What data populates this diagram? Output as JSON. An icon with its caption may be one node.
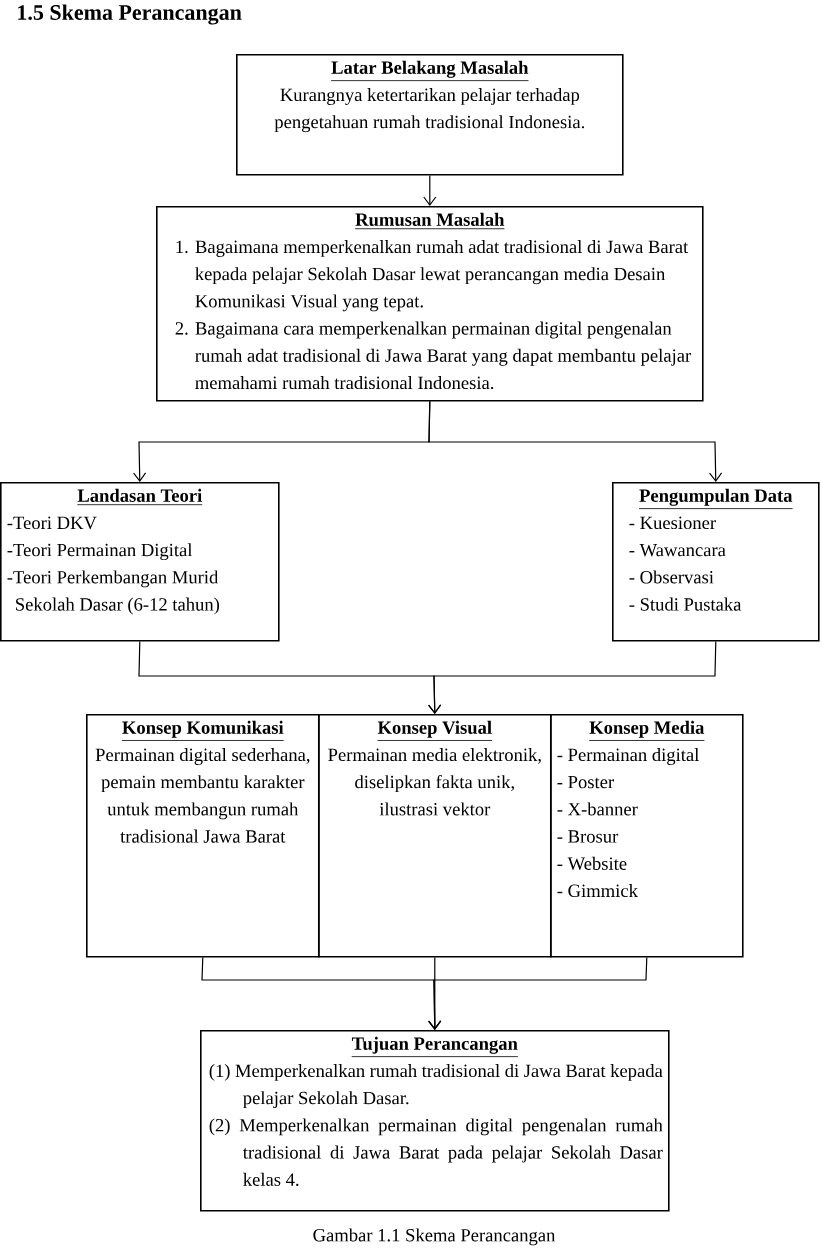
{
  "diagram": {
    "title": "1.5 Skema Perancangan",
    "caption": "Gambar 1.1 Skema Perancangan",
    "nodes": [
      {
        "text": [
          "Latar Belakang Masalah",
          "Kurangnya ketertarikan pelajar terhadap pengetahuan rumah tradisional Indonesia."
        ]
      },
      {
        "text": [
          "Rumusan Masalah",
          "1. Bagaimana memperkenalkan rumah adat tradisional di Jawa Barat kepada pelajar Sekolah Dasar lewat perancangan media Desain Komunikasi Visual yang tepat.",
          "2. Bagaimana cara memperkenalkan permainan digital pengenalan rumah adat tradisional di Jawa Barat yang dapat membantu pelajar memahami rumah tradisional Indonesia."
        ]
      },
      {
        "text": [
          "Landasan Teori",
          "-Teori DKV",
          "-Teori Permainan Digital",
          "-Teori Perkembangan Murid Sekolah Dasar (6-12 tahun)"
        ]
      },
      {
        "text": [
          "Pengumpulan Data",
          "- Kuesioner",
          "- Wawancara",
          "- Observasi",
          "- Studi Pustaka"
        ]
      },
      {
        "text": [
          "Konsep Komunikasi",
          "Permainan digital sederhana, pemain membantu karakter untuk membangun rumah tradisional Jawa Barat"
        ]
      },
      {
        "text": [
          "Konsep Visual",
          "Permainan media elektronik, diselipkan fakta unik, ilustrasi vektor"
        ]
      },
      {
        "text": [
          "Konsep Media",
          "- Permainan digital",
          "- Poster",
          "- X-banner",
          "- Brosur",
          "- Website",
          "- Gimmick"
        ]
      },
      {
        "text": [
          "Tujuan Perancangan",
          "(1) Memperkenalkan rumah tradisional di Jawa Barat kepada pelajar Sekolah Dasar.",
          "(2) Memperkenalkan permainan digital pengenalan rumah tradisional di Jawa Barat pada pelajar Sekolah Dasar kelas 4."
        ]
      }
    ],
    "edges": [
      {
        "from": 0,
        "to": 1,
        "arrow": "to"
      },
      {
        "from": 1,
        "to": 2,
        "arrow": "to"
      },
      {
        "from": 1,
        "to": 3,
        "arrow": "to"
      },
      {
        "from": 2,
        "to": 5,
        "arrow": "to"
      },
      {
        "from": 3,
        "to": 5,
        "arrow": "to"
      },
      {
        "from": 4,
        "to": 7,
        "arrow": "to"
      },
      {
        "from": 5,
        "to": 7,
        "arrow": "to"
      },
      {
        "from": 6,
        "to": 7,
        "arrow": "to"
      }
    ]
  }
}
